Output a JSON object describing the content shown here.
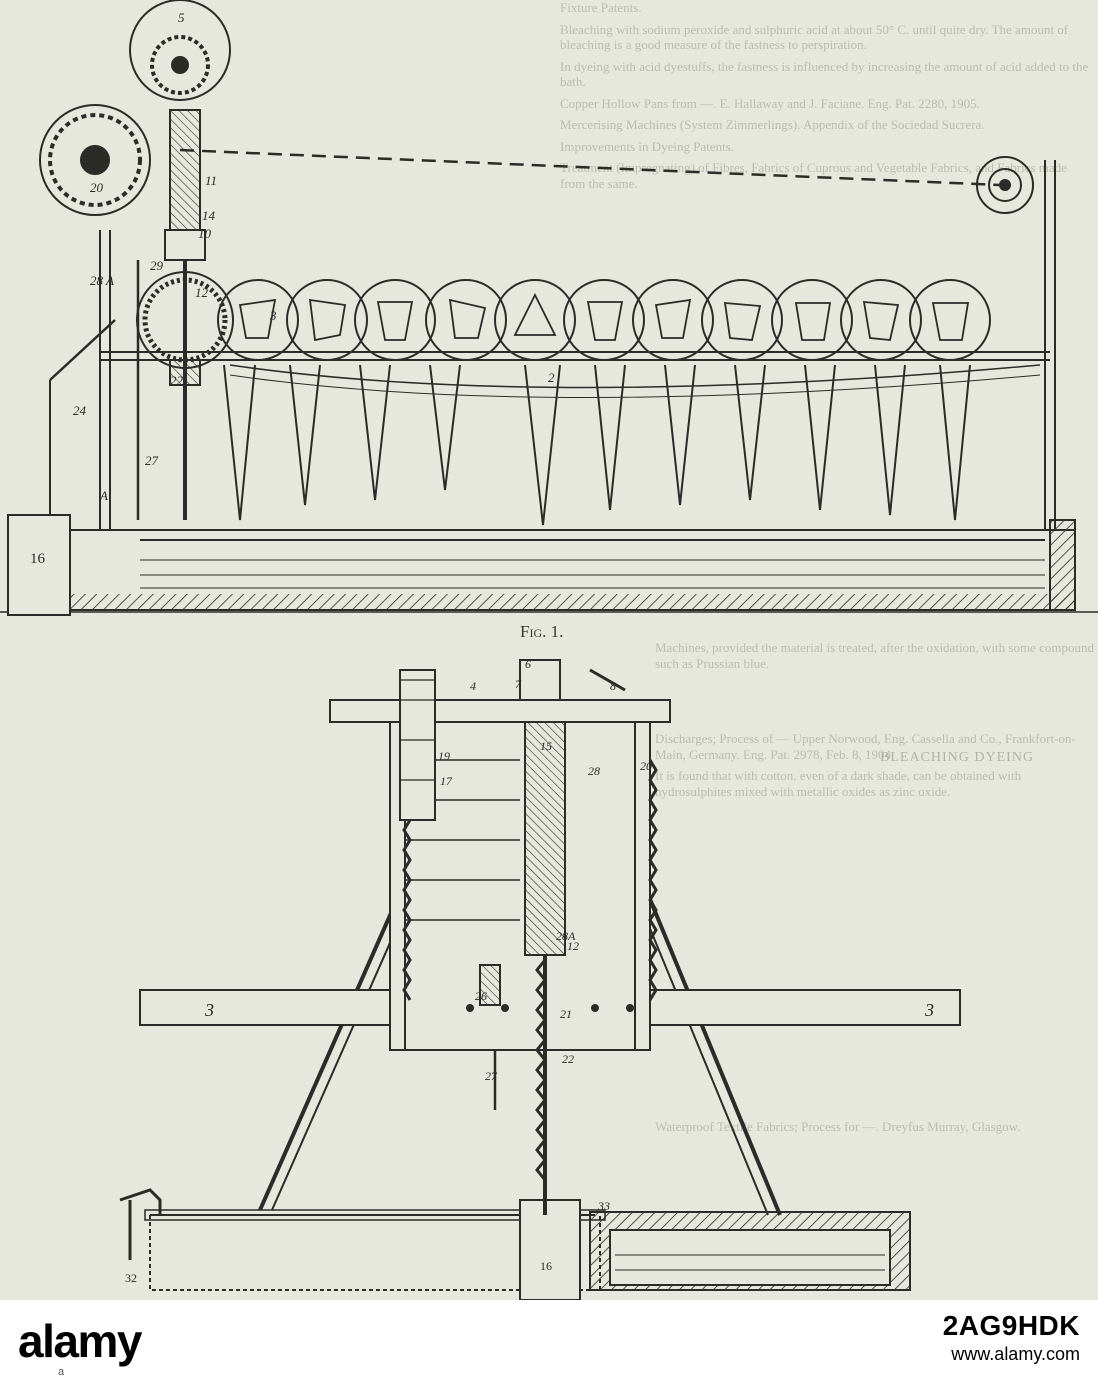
{
  "figure": {
    "caption": "Fig. 1."
  },
  "background_text": {
    "column_1": [
      "Fixture Patents.",
      "Bleaching with sodium peroxide and sulphuric acid at about 50° C. until quite dry. The amount of bleaching is a good measure of the fastness to perspiration.",
      "In dyeing with acid dyestuffs, the fastness is influenced by increasing the amount of acid added to the bath.",
      "Copper Hollow Pans from —. E. Hallaway and J. Faciane. Eng. Pat. 2280, 1905.",
      "Mercerising Machines (System Zimmerlings). Appendix of the Sociedad Sucrera.",
      "Improvements in Dyeing Patents.",
      "Treatment (Impregnating) of Fibres, Fabrics of Cuprous and Vegetable Fabrics, and Fabrics made from the same."
    ],
    "column_2_heading": "BLEACHING DYEING",
    "column_2": [
      "Machines, provided the material is treated, after the oxidation, with some compound such as Prussian blue.",
      "Discharges; Process of — Upper Norwood, Eng. Cassella and Co., Frankfort-on-Main, Germany. Eng. Pat. 2978, Feb. 8, 1904.",
      "It is found that with cotton, even of a dark shade, can be obtained with hydrosulphites mixed with metallic oxides as zinc oxide.",
      "Waterproof Textile Fabrics; Process for —. Dreyfus Murray, Glasgow."
    ]
  },
  "footer": {
    "brand": "alamy",
    "watermark": "a",
    "image_id": "2AG9HDK",
    "url": "www.alamy.com"
  }
}
